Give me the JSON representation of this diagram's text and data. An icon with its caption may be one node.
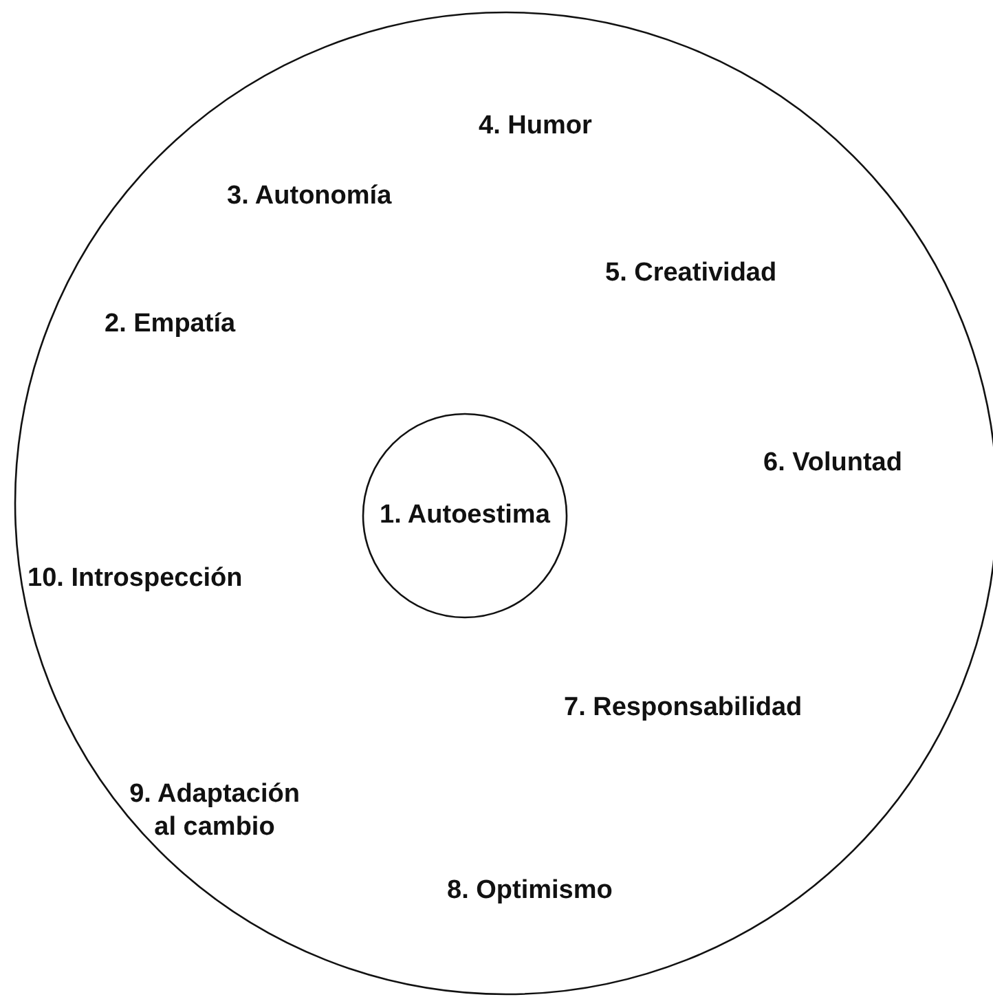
{
  "diagram": {
    "nodes": [
      {
        "text": [],
        "shape": "circle"
      },
      {
        "text": [
          "1. Autoestima"
        ],
        "in": 0
      }
    ],
    "labels": [
      "4. Humor",
      "3. Autonomía",
      "5. Creatividad",
      "2. Empatía",
      "6. Voluntad",
      "10. Introspección",
      "7. Responsabilidad",
      "9. Adaptación al cambio",
      "8. Optimismo"
    ]
  }
}
